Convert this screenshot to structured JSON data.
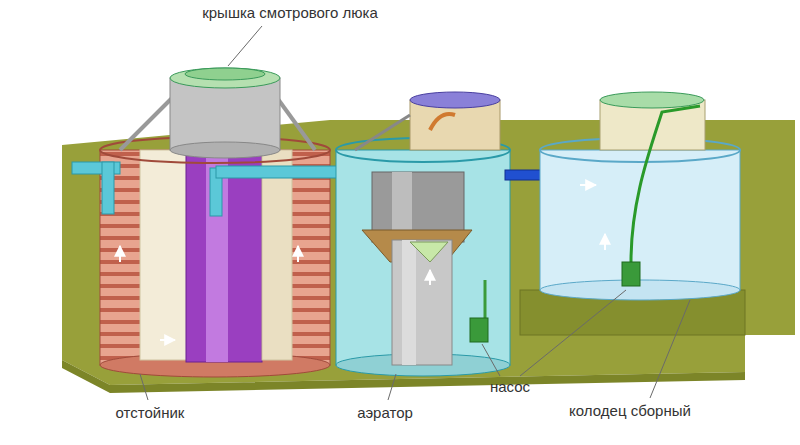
{
  "diagram": {
    "labels": [
      "крышка смотрового люка",
      "отстойник",
      "аэратор",
      "насос",
      "колодец сборный"
    ]
  }
}
